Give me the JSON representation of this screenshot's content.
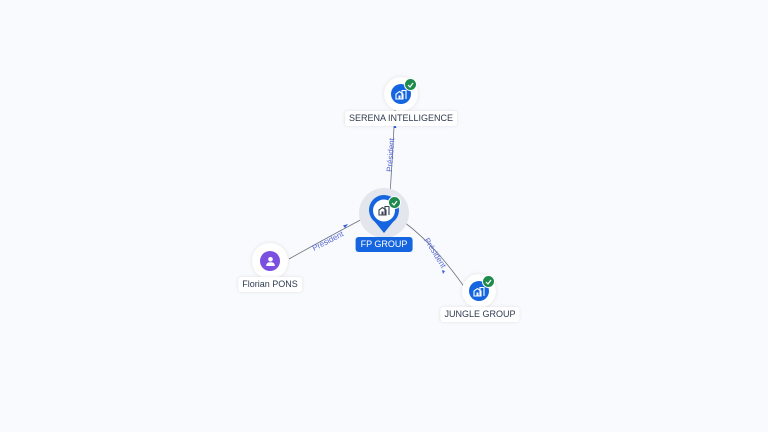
{
  "graph": {
    "background_color": "#f8fafd",
    "colors": {
      "company": "#1565e0",
      "person": "#7b4fe0",
      "verified": "#1e8a4c",
      "edge_label": "#5b6ad8",
      "edge_line": "#6b7280"
    },
    "nodes": [
      {
        "id": "fp-group",
        "label": "FP GROUP",
        "type": "company",
        "icon": "building-icon",
        "verified": true,
        "primary": true
      },
      {
        "id": "serena-intelligence",
        "label": "SERENA INTELLIGENCE",
        "type": "company",
        "icon": "building-icon",
        "verified": true,
        "primary": false
      },
      {
        "id": "jungle-group",
        "label": "JUNGLE GROUP",
        "type": "company",
        "icon": "building-icon",
        "verified": true,
        "primary": false
      },
      {
        "id": "florian-pons",
        "label": "Florian PONS",
        "type": "person",
        "icon": "person-icon",
        "verified": false,
        "primary": false
      }
    ],
    "edges": [
      {
        "from": "fp-group",
        "to": "serena-intelligence",
        "label": "Président"
      },
      {
        "from": "fp-group",
        "to": "jungle-group",
        "label": "Président"
      },
      {
        "from": "florian-pons",
        "to": "fp-group",
        "label": "Président"
      }
    ]
  }
}
